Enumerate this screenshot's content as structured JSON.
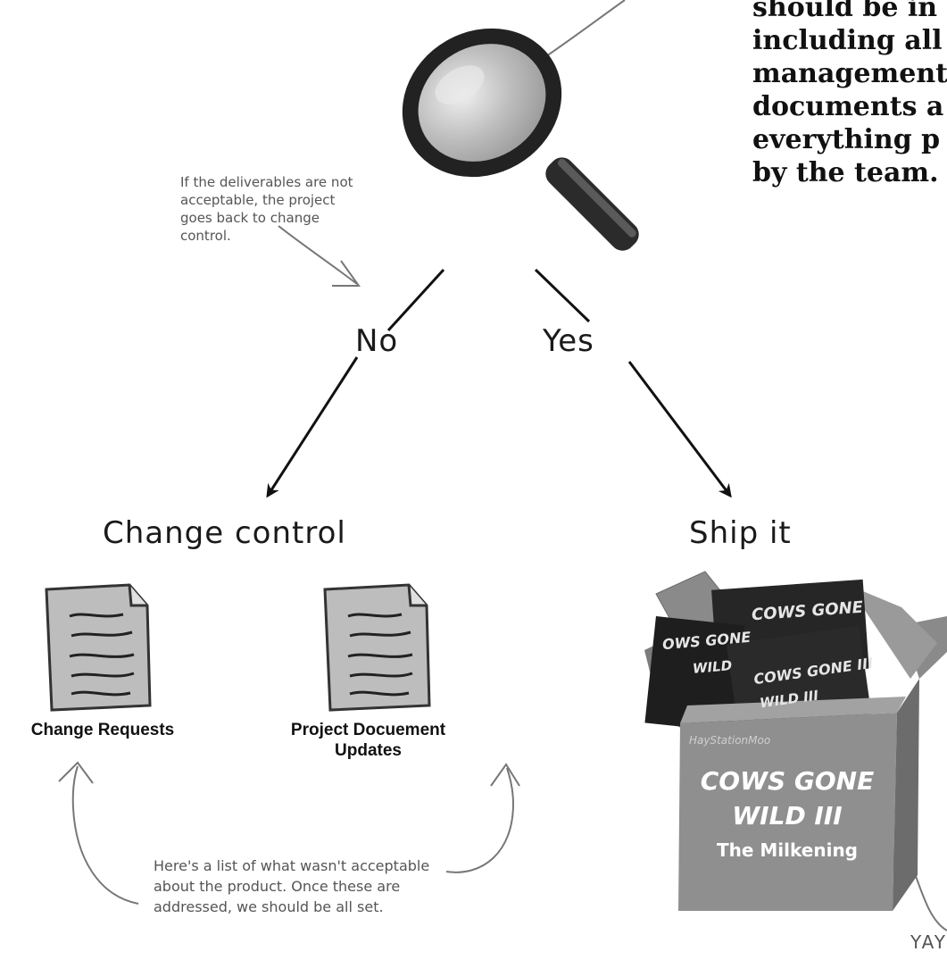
{
  "main_note": {
    "lines": [
      "should be in",
      "including all",
      "management",
      "documents a",
      "everything p",
      "by the team."
    ]
  },
  "annotation_no": "If the deliverables are not acceptable, the project goes back to change control.",
  "branches": {
    "no": "No",
    "yes": "Yes"
  },
  "outcomes": {
    "change_control": "Change control",
    "ship": "Ship it"
  },
  "documents": [
    {
      "label": "Change Requests"
    },
    {
      "label": "Project Docuement Updates"
    }
  ],
  "box_art": {
    "title_line1": "COWS GONE",
    "title_line2": "WILD III",
    "subtitle": "The Milkening",
    "publisher": "HayStationMoo",
    "inner_game_1": "COWS GONE",
    "inner_game_2": "COWS GONE III",
    "inner_game_3": "WILD III",
    "inner_game_4": "OWS GONE",
    "inner_game_5": "WILD"
  },
  "annotation_list": "Here's a list of what wasn't acceptable about the product. Once these are addressed, we should be all set.",
  "annotation_yay": "YAY"
}
